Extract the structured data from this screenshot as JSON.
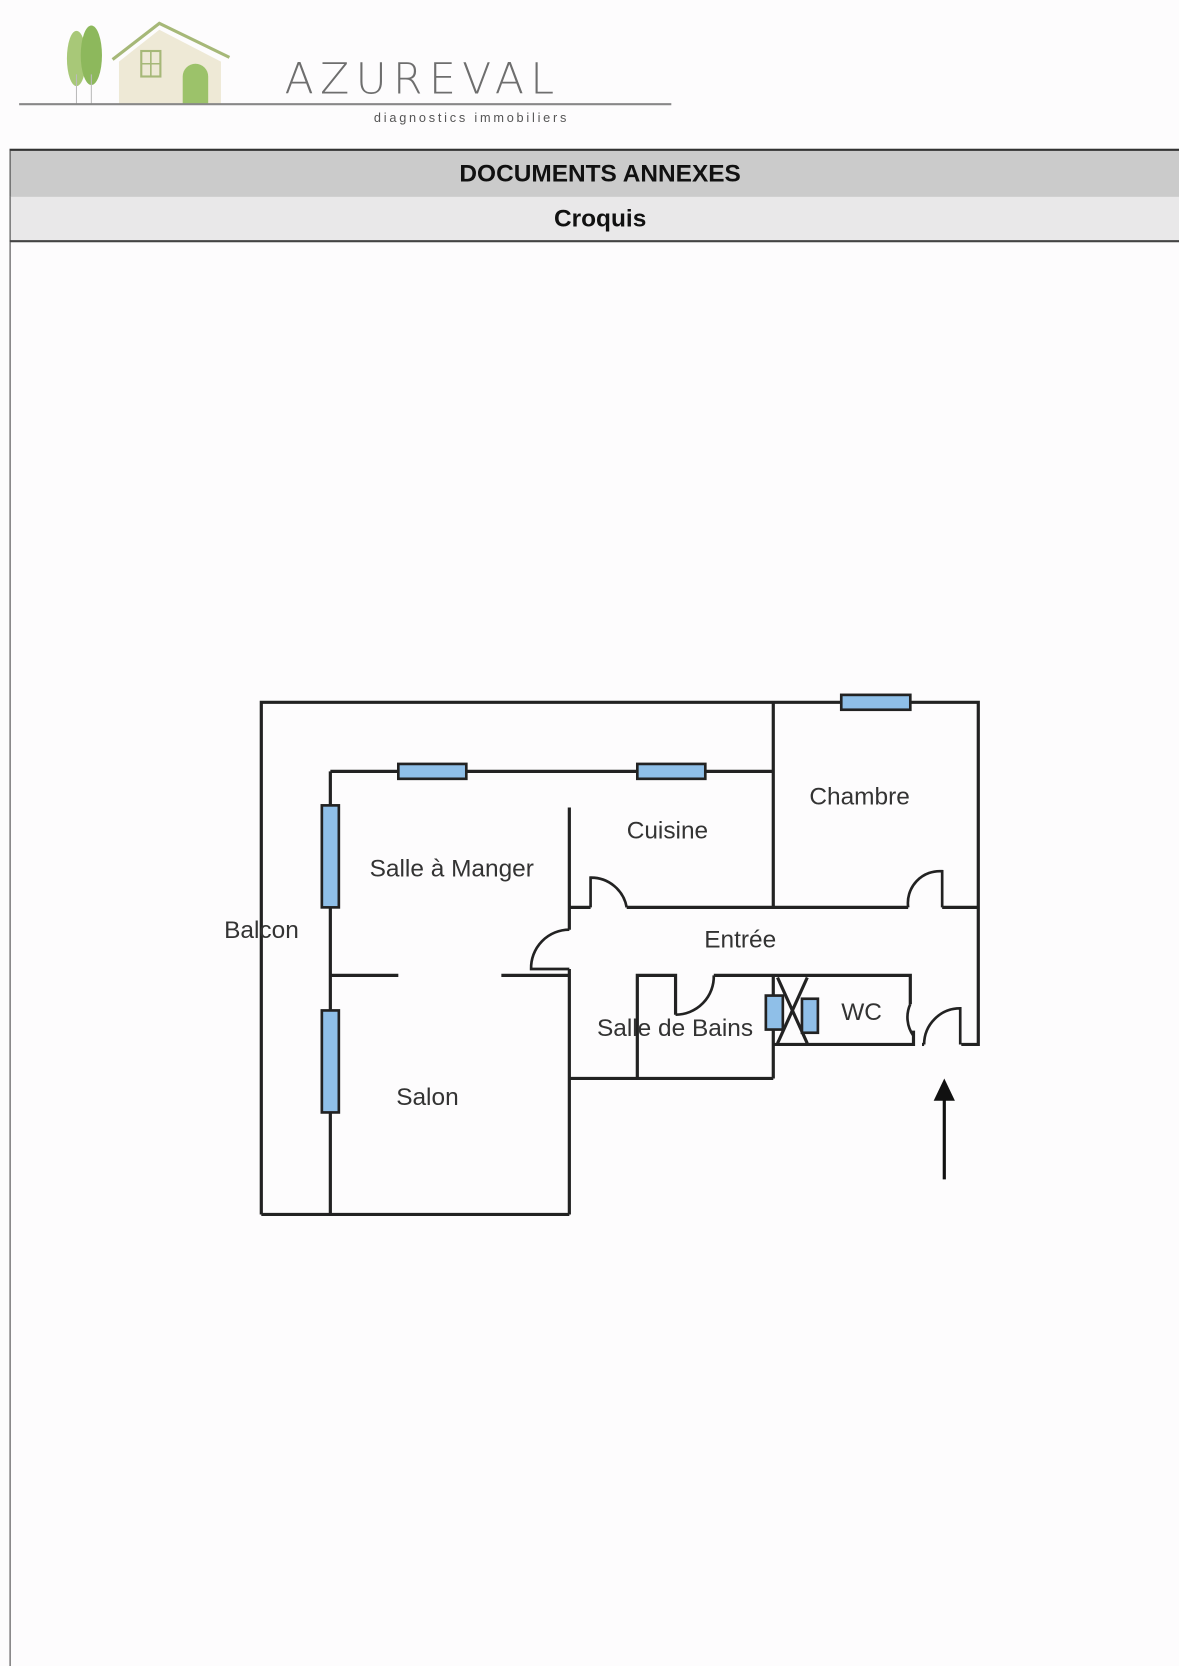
{
  "logo": {
    "brand": "AZUREVAL",
    "tagline": "diagnostics immobiliers",
    "colors": {
      "tree": "#9cc26a",
      "house": "#e8e2c8",
      "text": "#6e6e6e"
    }
  },
  "header": {
    "title": "DOCUMENTS ANNEXES",
    "subtitle": "Croquis"
  },
  "plan": {
    "rooms": {
      "balcon": "Balcon",
      "salle_a_manger": "Salle à Manger",
      "cuisine": "Cuisine",
      "chambre": "Chambre",
      "entree": "Entrée",
      "salle_de_bains": "Salle de Bains",
      "wc": "WC",
      "salon": "Salon"
    },
    "colors": {
      "wall": "#222222",
      "window": "#8fbfe8"
    }
  }
}
